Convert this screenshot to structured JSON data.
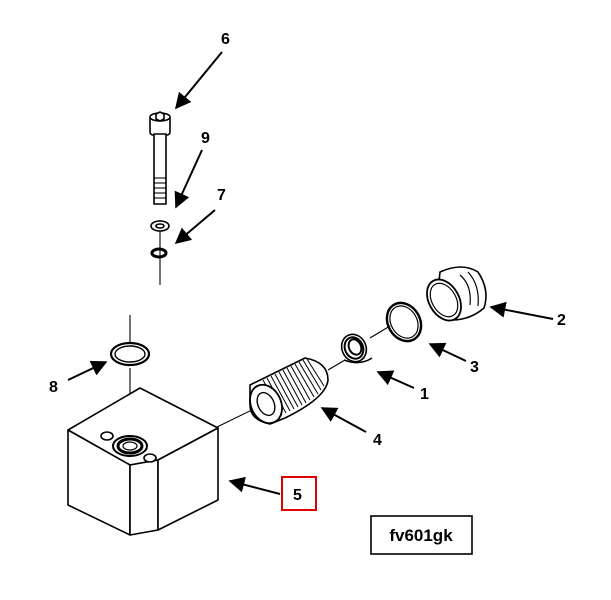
{
  "callouts": [
    {
      "id": "c1",
      "text": "1"
    },
    {
      "id": "c2",
      "text": "2"
    },
    {
      "id": "c3",
      "text": "3"
    },
    {
      "id": "c4",
      "text": "4"
    },
    {
      "id": "c5",
      "text": "5"
    },
    {
      "id": "c6",
      "text": "6"
    },
    {
      "id": "c7",
      "text": "7"
    },
    {
      "id": "c8",
      "text": "8"
    },
    {
      "id": "c9",
      "text": "9"
    }
  ],
  "highlighted_callout": "5",
  "highlight_color": "#e00000",
  "figure_code": "fv601gk"
}
